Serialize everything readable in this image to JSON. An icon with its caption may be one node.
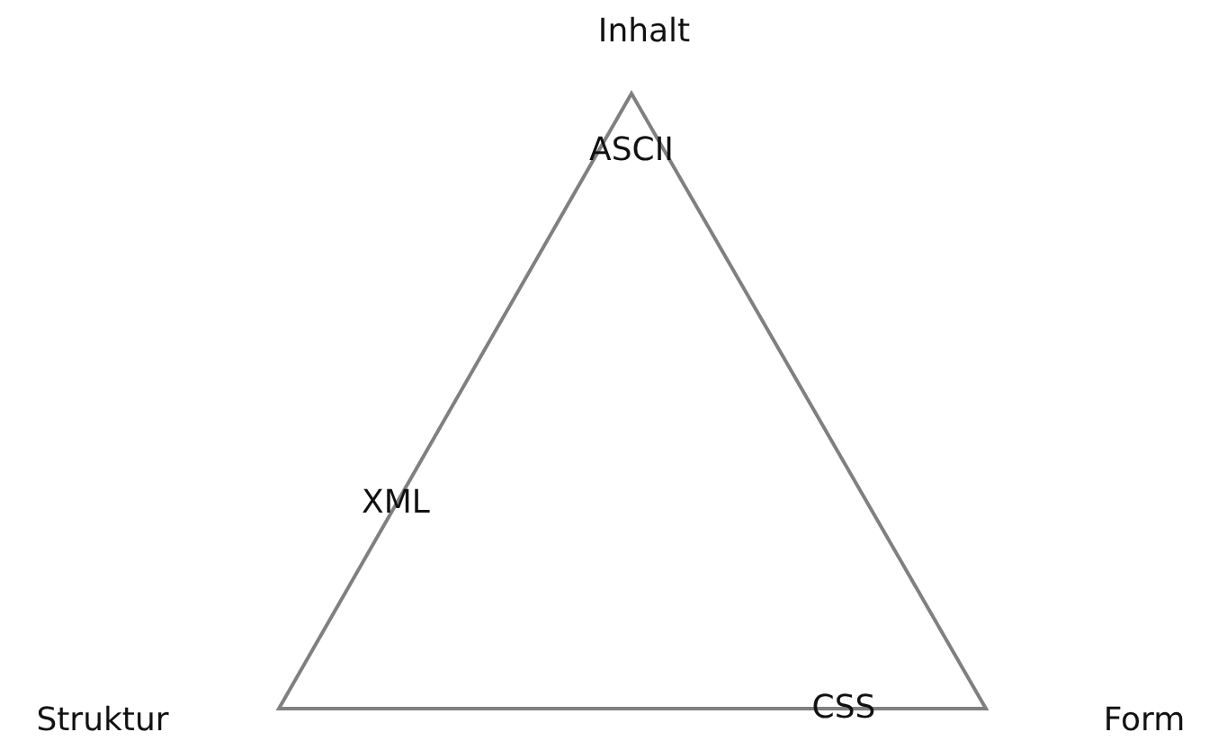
{
  "diagram": {
    "labels": [
      "Inhalt",
      "ASCII",
      "XML",
      "CSS",
      "Struktur",
      "Form"
    ]
  }
}
